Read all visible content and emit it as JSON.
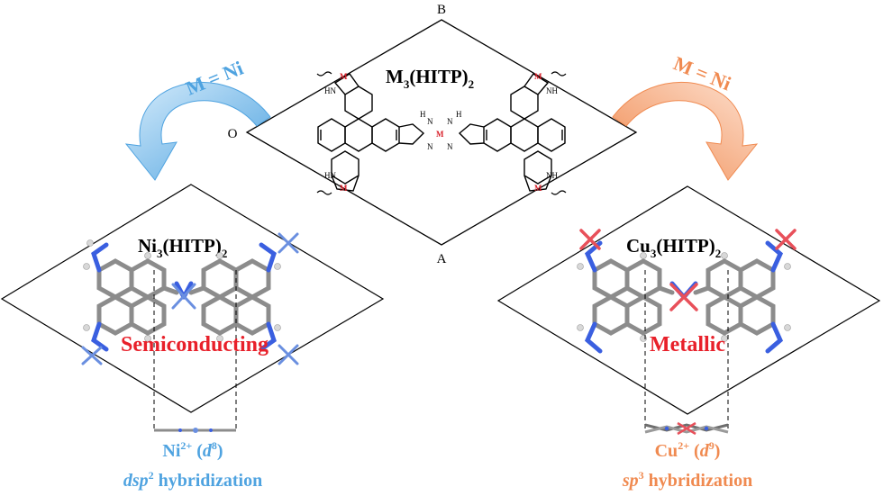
{
  "top_cell": {
    "corner_b": "B",
    "corner_o": "O",
    "corner_a": "A",
    "formula_main": "M",
    "formula_sub1": "3",
    "formula_mid": "(HITP)",
    "formula_sub2": "2",
    "metal_label": "M",
    "nh_label": "NH",
    "hn_label": "HN",
    "n_label": "N",
    "h_label": "H"
  },
  "left_arrow": {
    "label": "M = Ni",
    "color": "#4fa3e0"
  },
  "right_arrow": {
    "label": "M = Ni",
    "color": "#f08a50"
  },
  "left_panel": {
    "formula_main": "Ni",
    "formula_sub1": "3",
    "formula_mid": "(HITP)",
    "formula_sub2": "2",
    "property": "Semiconducting",
    "ion_main": "Ni",
    "ion_sup": "2+",
    "ion_paren_open": " (",
    "ion_d": "d",
    "ion_d_sup": "8",
    "ion_paren_close": ")",
    "hyb_prefix": "dsp",
    "hyb_sup": "2",
    "hyb_word": " hybridization",
    "accent": "#4fa3e0",
    "metal_color": "#6a8fe0"
  },
  "right_panel": {
    "formula_main": "Cu",
    "formula_sub1": "3",
    "formula_mid": "(HITP)",
    "formula_sub2": "2",
    "property": "Metallic",
    "ion_main": "Cu",
    "ion_sup": "2+",
    "ion_paren_open": " (",
    "ion_d": "d",
    "ion_d_sup": "9",
    "ion_paren_close": ")",
    "hyb_prefix": "sp",
    "hyb_sup": "3",
    "hyb_word": " hybridization",
    "accent": "#f08a50",
    "metal_color": "#e8505a"
  },
  "colors": {
    "property_text": "#e8202a",
    "nitrogen": "#3a5fe0",
    "carbon": "#8c8c8c",
    "hydrogen": "#d8d8d8",
    "metal_top": "#d8202a"
  }
}
